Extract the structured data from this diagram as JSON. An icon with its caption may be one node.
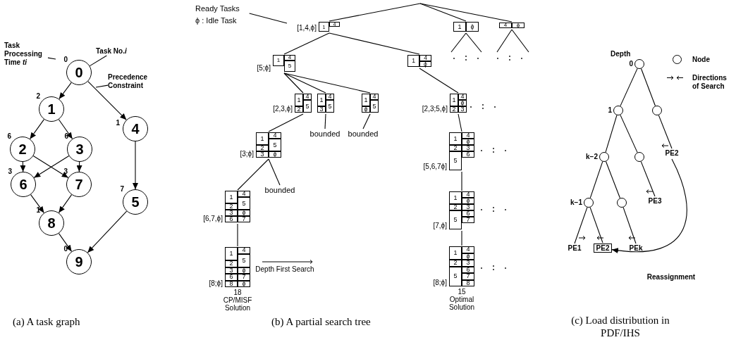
{
  "diagram": {
    "nodes": [
      {
        "text": [
          "Task Processing Time *ti*"
        ]
      },
      {
        "text": [
          "Task No.*i*"
        ]
      },
      {
        "text": [
          "Precedence Constraint"
        ]
      },
      {
        "text": [
          "0"
        ],
        "beside": [
          "0"
        ]
      },
      {
        "text": [
          "1"
        ],
        "beside": [
          "2"
        ]
      },
      {
        "text": [
          "2"
        ],
        "beside": [
          "6"
        ]
      },
      {
        "text": [
          "3"
        ],
        "beside": [
          "6"
        ]
      },
      {
        "text": [
          "4"
        ],
        "beside": [
          "1"
        ]
      },
      {
        "text": [
          "5"
        ],
        "beside": [
          "7"
        ]
      },
      {
        "text": [
          "6"
        ],
        "beside": [
          "3"
        ]
      },
      {
        "text": [
          "7"
        ],
        "beside": [
          "3"
        ]
      },
      {
        "text": [
          "8"
        ],
        "beside": [
          "1"
        ]
      },
      {
        "text": [
          "9"
        ],
        "beside": [
          "0"
        ]
      },
      {
        "text": [
          "Ready Tasks"
        ]
      },
      {
        "text": [
          "1",
          "4"
        ],
        "beside": [
          "[1,4,ϕ]"
        ]
      },
      {
        "text": [
          "1",
          "ϕ"
        ]
      },
      {
        "text": [
          "4",
          "ϕ"
        ]
      },
      {
        "text": [
          "1",
          "4",
          "5"
        ],
        "beside": [
          "[5;ϕ]"
        ]
      },
      {
        "text": [
          "1",
          "4",
          "ϕ"
        ]
      },
      {
        "text": [
          "1",
          "2",
          "4",
          "5"
        ],
        "beside": [
          "[2,3,ϕ]"
        ]
      },
      {
        "text": [
          "1",
          "3",
          "4",
          "5"
        ]
      },
      {
        "text": [
          "1",
          "ϕ",
          "4",
          "5"
        ]
      },
      {
        "text": [
          "1",
          "2",
          "4",
          "ϕ",
          "3"
        ],
        "beside": [
          "[2,3;5,ϕ]"
        ]
      },
      {
        "text": [
          "bounded"
        ]
      },
      {
        "text": [
          "bounded"
        ]
      },
      {
        "text": [
          "1",
          "2",
          "3",
          "4",
          "5",
          "ϕ"
        ],
        "beside": [
          "[3;ϕ]"
        ]
      },
      {
        "text": [
          "1",
          "2",
          "5",
          "4",
          "ϕ",
          "3",
          "6"
        ],
        "beside": [
          "[5,6,7ϕ]"
        ]
      },
      {
        "text": [
          "bounded"
        ]
      },
      {
        "text": [
          "1",
          "2",
          "3",
          "6",
          "4",
          "5",
          "ϕ",
          "7"
        ],
        "beside": [
          "[6,7,ϕ]"
        ]
      },
      {
        "text": [
          "1",
          "2",
          "5",
          "4",
          "ϕ",
          "3",
          "6",
          "7"
        ],
        "beside": [
          "[7,ϕ]"
        ]
      },
      {
        "text": [
          "1",
          "2",
          "3",
          "6",
          "8",
          "4",
          "5",
          "ϕ",
          "7",
          "ϕ"
        ],
        "beside": [
          "[8;ϕ]",
          "18",
          "CP/MISF Solution"
        ]
      },
      {
        "text": [
          "1",
          "2",
          "5",
          "4",
          "ϕ",
          "3",
          "6",
          "7",
          "8"
        ],
        "beside": [
          "[8;ϕ]",
          "15",
          "Optimal Solution"
        ]
      },
      {
        "text": [],
        "shape": "circle",
        "beside": [
          "0"
        ]
      },
      {
        "text": [],
        "shape": "circle",
        "beside": [
          "1"
        ]
      },
      {
        "text": [],
        "shape": "circle"
      },
      {
        "text": [],
        "shape": "circle",
        "beside": [
          "k−2"
        ]
      },
      {
        "text": [],
        "shape": "circle"
      },
      {
        "text": [],
        "shape": "circle",
        "beside": [
          "k−1"
        ]
      },
      {
        "text": [],
        "shape": "circle"
      },
      {
        "text": [
          "PE2"
        ]
      },
      {
        "text": [
          "PE3"
        ]
      },
      {
        "text": [
          "PE1"
        ]
      },
      {
        "text": [
          "PE2"
        ]
      },
      {
        "text": [
          "PEk"
        ]
      }
    ],
    "edges": [
      {
        "from": 0,
        "to": null,
        "arrow": "none"
      },
      {
        "from": 1,
        "to": 3,
        "arrow": "none"
      },
      {
        "from": 2,
        "to": null,
        "arrow": "none"
      },
      {
        "from": 3,
        "to": 4,
        "arrow": "to"
      },
      {
        "from": 3,
        "to": 7,
        "arrow": "to"
      },
      {
        "from": 4,
        "to": 5,
        "arrow": "to"
      },
      {
        "from": 4,
        "to": 6,
        "arrow": "to"
      },
      {
        "from": 5,
        "to": 9,
        "arrow": "to"
      },
      {
        "from": 5,
        "to": 10,
        "arrow": "to"
      },
      {
        "from": 6,
        "to": 9,
        "arrow": "to"
      },
      {
        "from": 6,
        "to": 10,
        "arrow": "to"
      },
      {
        "from": 7,
        "to": 8,
        "arrow": "to"
      },
      {
        "from": 9,
        "to": 11,
        "arrow": "to"
      },
      {
        "from": 10,
        "to": 11,
        "arrow": "to"
      },
      {
        "from": 11,
        "to": 12,
        "arrow": "to"
      },
      {
        "from": 8,
        "to": 12,
        "arrow": "to"
      },
      {
        "from": 13,
        "to": null,
        "arrow": "none"
      },
      {
        "from": null,
        "to": 14,
        "arrow": "none"
      },
      {
        "from": null,
        "to": 15,
        "arrow": "none"
      },
      {
        "from": null,
        "to": 16,
        "arrow": "none"
      },
      {
        "from": 15,
        "to": null,
        "arrow": "none"
      },
      {
        "from": 15,
        "to": null,
        "arrow": "none"
      },
      {
        "from": 16,
        "to": null,
        "arrow": "none"
      },
      {
        "from": 16,
        "to": null,
        "arrow": "none"
      },
      {
        "from": 14,
        "to": 17,
        "arrow": "none"
      },
      {
        "from": 14,
        "to": 18,
        "arrow": "none"
      },
      {
        "from": 17,
        "to": 19,
        "arrow": "none"
      },
      {
        "from": 17,
        "to": 20,
        "arrow": "none"
      },
      {
        "from": 17,
        "to": 21,
        "arrow": "none"
      },
      {
        "from": 18,
        "to": 22,
        "arrow": "none"
      },
      {
        "from": 19,
        "to": 25,
        "arrow": "none"
      },
      {
        "from": 20,
        "to": 23,
        "arrow": "none"
      },
      {
        "from": 21,
        "to": 24,
        "arrow": "none"
      },
      {
        "from": 22,
        "to": 26,
        "arrow": "none"
      },
      {
        "from": 25,
        "to": 28,
        "arrow": "none"
      },
      {
        "from": 25,
        "to": 27,
        "arrow": "none"
      },
      {
        "from": 28,
        "to": 30,
        "arrow": "none"
      },
      {
        "from": 26,
        "to": 29,
        "arrow": "none"
      },
      {
        "from": 29,
        "to": 31,
        "arrow": "none"
      },
      {
        "from": 32,
        "to": 33,
        "arrow": "none"
      },
      {
        "from": 32,
        "to": 34,
        "arrow": "none"
      },
      {
        "from": 33,
        "to": 35,
        "arrow": "none"
      },
      {
        "from": 33,
        "to": 36,
        "arrow": "none"
      },
      {
        "from": 35,
        "to": 37,
        "arrow": "none"
      },
      {
        "from": 35,
        "to": 38,
        "arrow": "none"
      },
      {
        "from": 37,
        "to": 41,
        "arrow": "none"
      },
      {
        "from": 37,
        "to": 42,
        "arrow": "none"
      },
      {
        "from": 38,
        "to": 43,
        "arrow": "none"
      },
      {
        "from": 36,
        "to": 40,
        "arrow": "none"
      },
      {
        "from": 34,
        "to": 39,
        "arrow": "none"
      },
      {
        "from": 39,
        "to": 42,
        "arrow": "to",
        "label": "Reassignment"
      }
    ],
    "labels": [
      "ϕ : Idle Task",
      "Depth First Search",
      "Depth",
      "(a) A task graph",
      "(b) A partial search tree",
      "(c) Load distribution in PDF/IHS"
    ],
    "legend": [
      {
        "text": "Node"
      },
      {
        "text": "Directions of Search"
      }
    ]
  }
}
